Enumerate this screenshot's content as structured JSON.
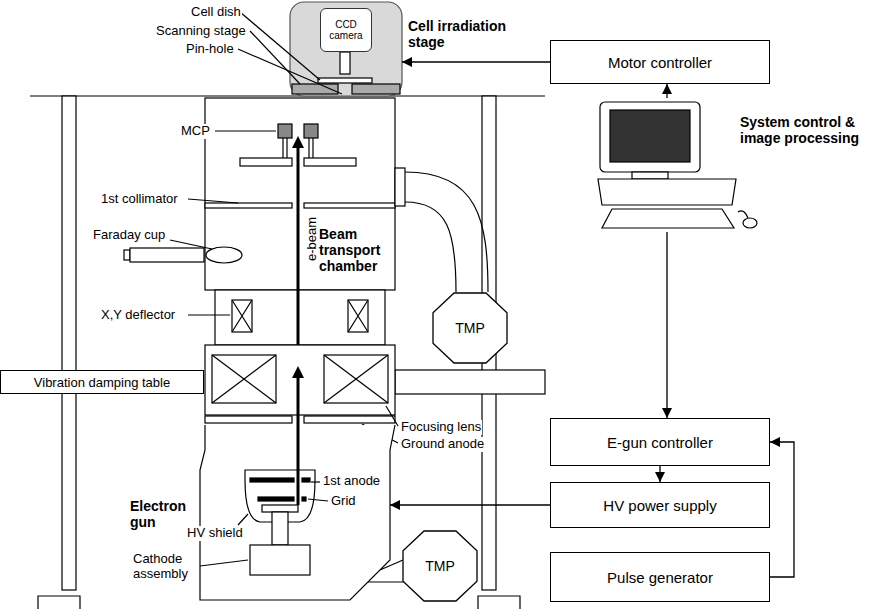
{
  "diagram": {
    "nodes": [
      {
        "text": [
          "Cell irradiation stage"
        ]
      },
      {
        "text": [
          "CCD camera"
        ],
        "in": 0
      },
      {
        "text": [
          "Vibration damping table"
        ]
      },
      {
        "text": [
          "TMP"
        ]
      },
      {
        "text": [
          "Electron gun"
        ]
      },
      {
        "text": [
          "TMP"
        ]
      },
      {
        "text": [
          "Motor controller"
        ]
      },
      {
        "text": [
          "System control & image processing"
        ]
      },
      {
        "text": [
          "E-gun controller"
        ]
      },
      {
        "text": [
          "HV power supply"
        ]
      },
      {
        "text": [
          "Pulse generator"
        ]
      }
    ],
    "edges": [
      {
        "from": 6,
        "to": 0,
        "arrow": "to"
      },
      {
        "from": 7,
        "to": 6,
        "arrow": "to"
      },
      {
        "from": 7,
        "to": 8,
        "arrow": "to"
      },
      {
        "from": 8,
        "to": 9,
        "arrow": "to"
      },
      {
        "from": 10,
        "to": 8,
        "arrow": "to"
      },
      {
        "from": 9,
        "to": 4,
        "arrow": "to"
      }
    ],
    "labels": [
      "Cell dish",
      "Scanning stage",
      "Pin-hole",
      "MCP",
      "1st collimator",
      "Faraday cup",
      "e-beam",
      "Beam transport chamber",
      "X,Y deflector",
      "Focusing lens",
      "Ground anode",
      "1st anode",
      "Grid",
      "HV shield",
      "Cathode assembly"
    ]
  }
}
